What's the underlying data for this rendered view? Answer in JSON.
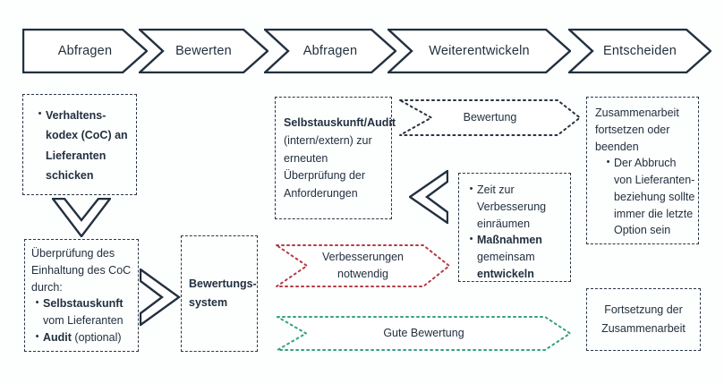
{
  "colors": {
    "ink": "#22303f",
    "red": "#b23b45",
    "green": "#35a181"
  },
  "stages": [
    "Abfragen",
    "Bewerten",
    "Abfragen",
    "Weiterentwickeln",
    "Entscheiden"
  ],
  "boxes": {
    "coc": {
      "bullet": "Verhaltens-kodex (CoC) an Lieferanten schicken"
    },
    "pruefung": {
      "intro": "Überprüfung des Einhaltung des CoC durch:",
      "b1_bold": "Selbstauskunft",
      "b1_rest": " vom Lieferanten",
      "b2_bold": "Audit",
      "b2_rest": " (optional)"
    },
    "bewertungssystem": {
      "label": "Bewertungs-system"
    },
    "selbstauskunft": {
      "bold": "Selbstauskunft/Audit",
      "rest": " (intern/extern) zur erneuten Überprüfung der Anforderungen"
    },
    "zeit": {
      "b1": "Zeit zur Verbesserung einräumen",
      "b2_bold1": "Maßnahmen",
      "b2_mid": " gemeinsam ",
      "b2_bold2": "entwickeln"
    },
    "zusammenarbeit": {
      "title": "Zusammenarbeit fortsetzen oder beenden",
      "bullet": "Der Abbruch von Lieferanten-beziehung sollte immer die letzte Option sein"
    },
    "fortsetzung": {
      "text": "Fortsetzung der Zusammenarbeit"
    }
  },
  "arrows": {
    "bewertung": "Bewertung",
    "verbesserungen": "Verbesserungen notwendig",
    "gute_bewertung": "Gute Bewertung"
  }
}
